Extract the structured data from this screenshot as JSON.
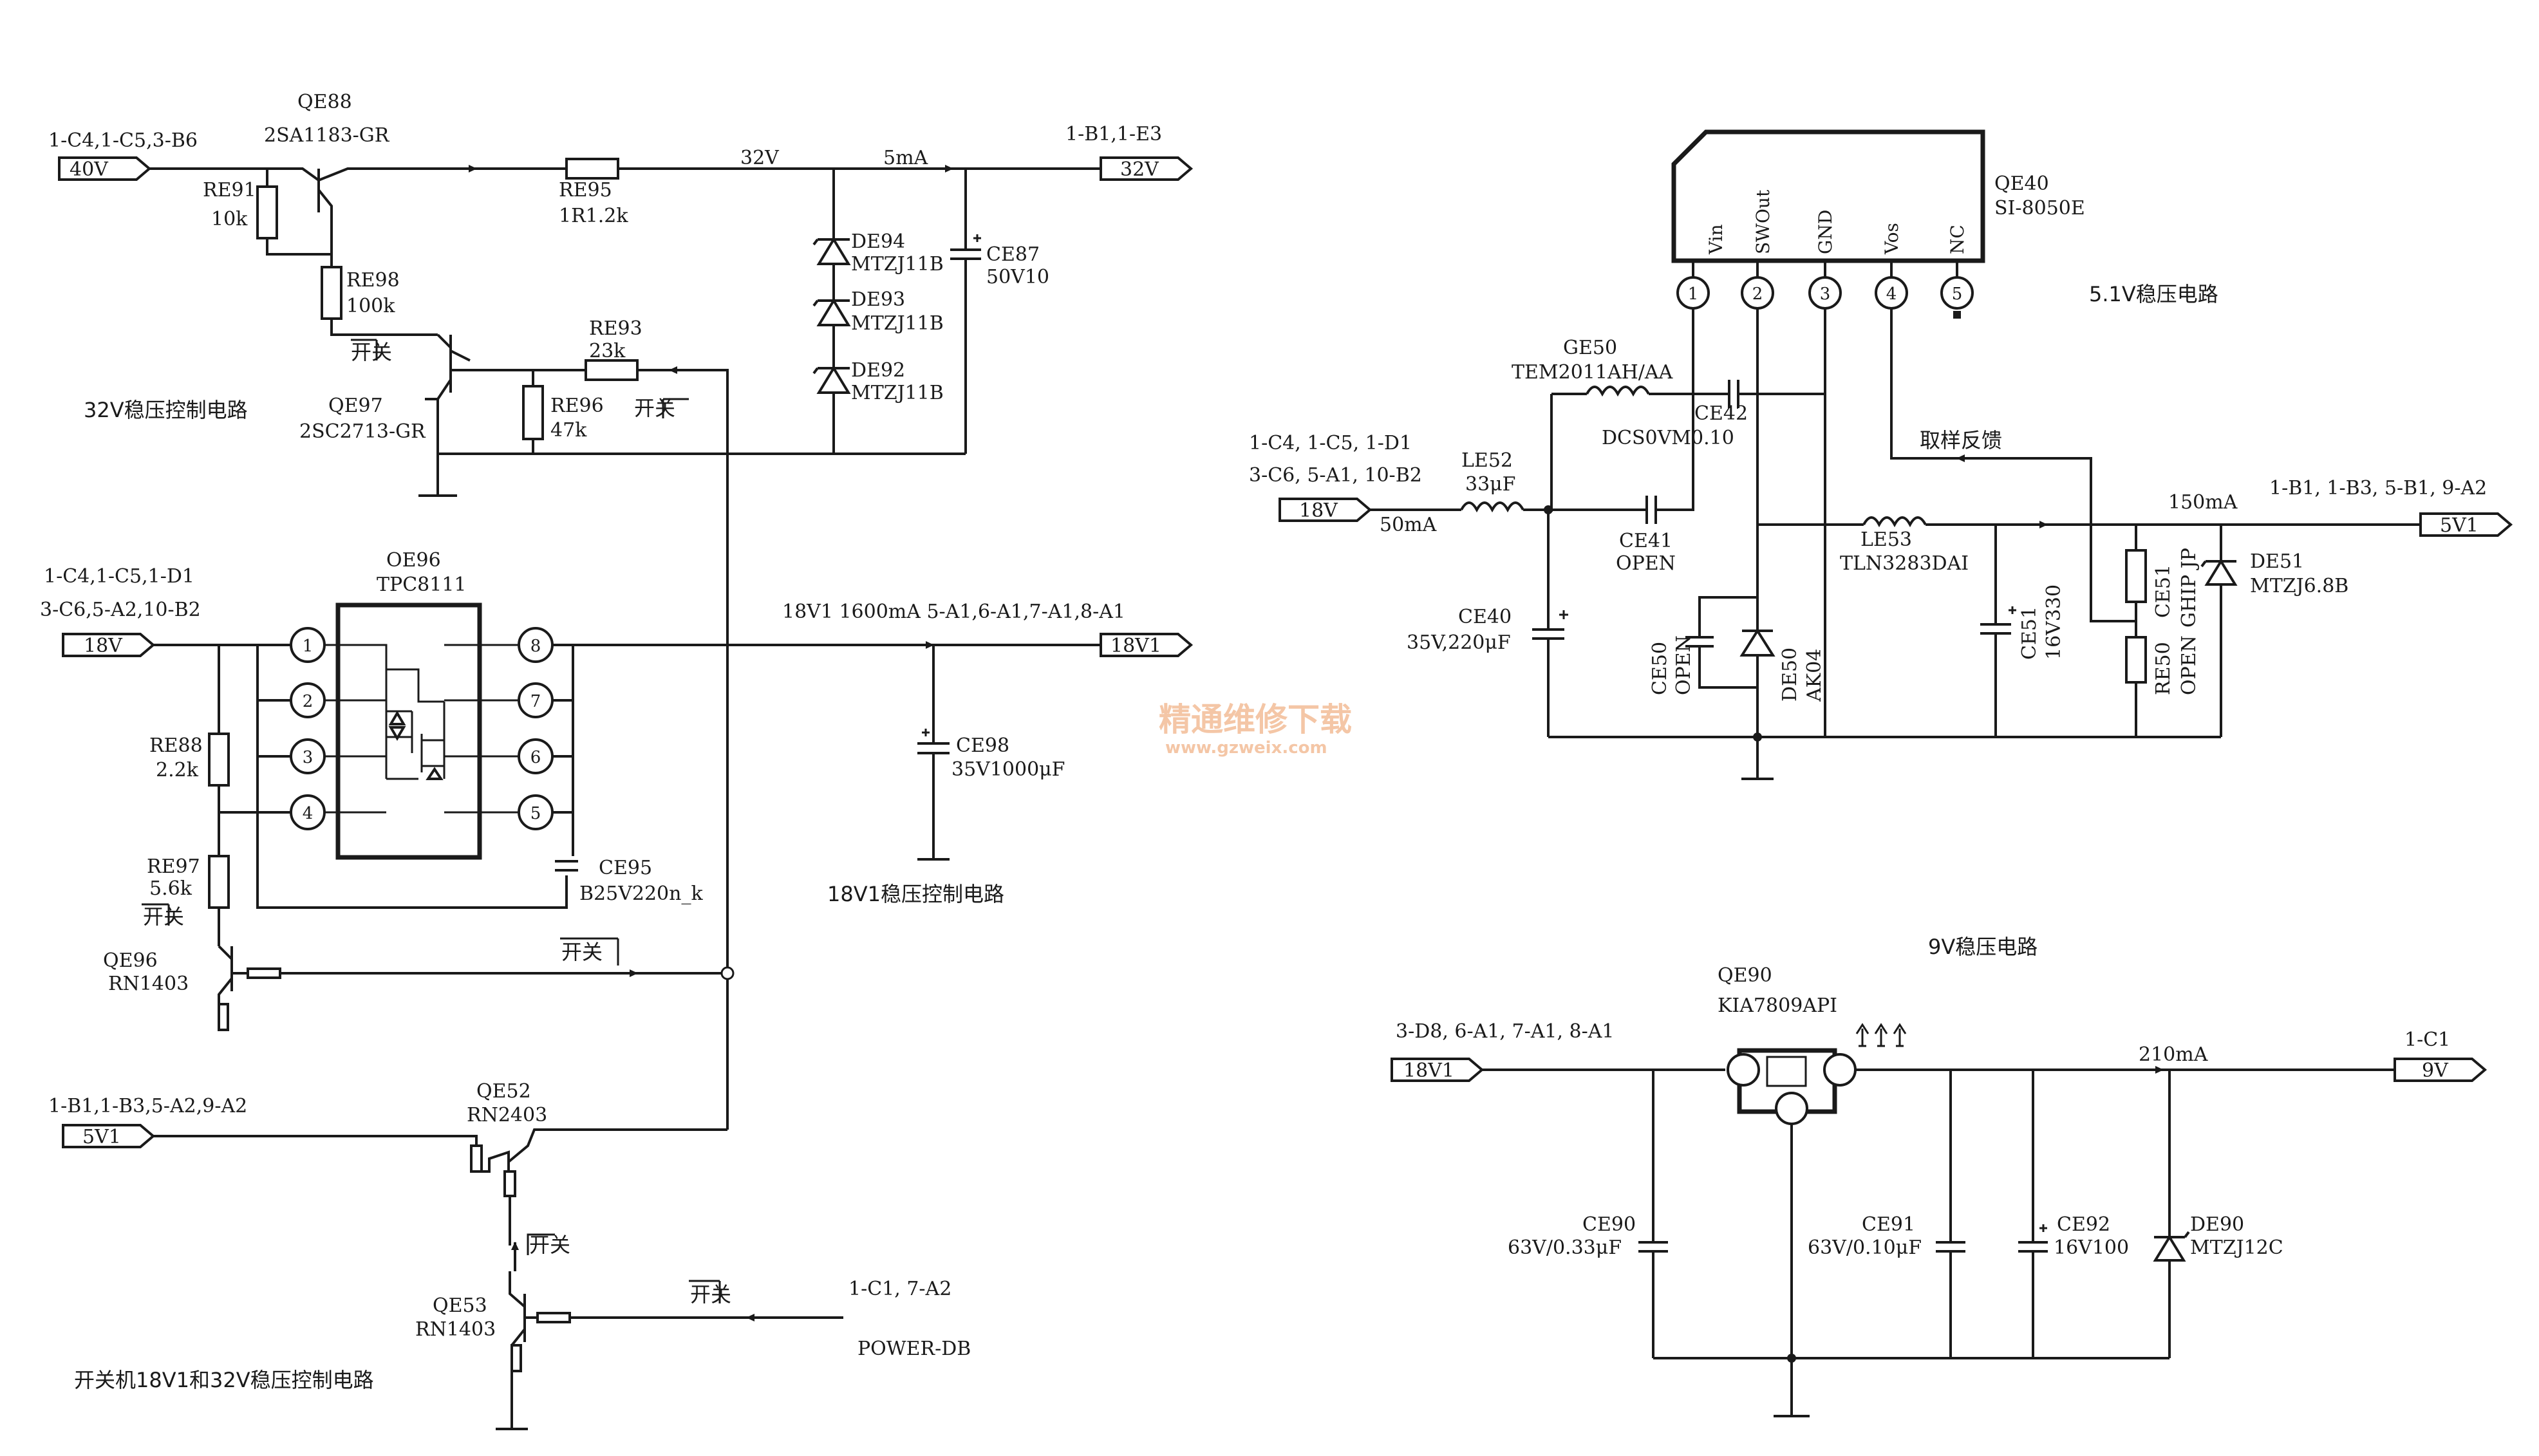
{
  "circuit_32v": {
    "title": "32V稳压控制电路",
    "in_refs": "1-C4,1-C5,3-B6",
    "in_port": "40V",
    "out_refs": "1-B1,1-E3",
    "out_port": "32V",
    "net_voltage": "32V",
    "net_current": "5mA",
    "qe88_ref": "QE88",
    "qe88_val": "2SA1183-GR",
    "re91_ref": "RE91",
    "re91_val": "10k",
    "re95_ref": "RE95",
    "re95_val": "1R1.2k",
    "re98_ref": "RE98",
    "re98_val": "100k",
    "re93_ref": "RE93",
    "re93_val": "23k",
    "re96_ref": "RE96",
    "re96_val": "47k",
    "qe97_ref": "QE97",
    "qe97_val": "2SC2713-GR",
    "de94_ref": "DE94",
    "de94_val": "MTZJ11B",
    "de93_ref": "DE93",
    "de93_val": "MTZJ11B",
    "de92_ref": "DE92",
    "de92_val": "MTZJ11B",
    "ce87_ref": "CE87",
    "ce87_val": "50V10",
    "switch_a": "开关",
    "switch_b": "开关"
  },
  "circuit_18v": {
    "title": "18V1稳压控制电路",
    "in_refs_1": "1-C4,1-C5,1-D1",
    "in_refs_2": "3-C6,5-A2,10-B2",
    "in_port": "18V",
    "out_desc": "18V1  1600mA 5-A1,6-A1,7-A1,8-A1",
    "out_port": "18V1",
    "ic_ref": "OE96",
    "ic_val": "TPC8111",
    "pins": [
      "1",
      "2",
      "3",
      "4",
      "8",
      "7",
      "6",
      "5"
    ],
    "re88_ref": "RE88",
    "re88_val": "2.2k",
    "re97_ref": "RE97",
    "re97_val": "5.6k",
    "ce95_ref": "CE95",
    "ce95_val": "B25V220n_k",
    "ce98_ref": "CE98",
    "ce98_val": "35V1000μF",
    "qe96_ref": "QE96",
    "qe96_val": "RN1403",
    "switch_a": "开关",
    "switch_b": "开关"
  },
  "circuit_power": {
    "title": "开关机18V1和32V稳压控制电路",
    "in_refs": "1-B1,1-B3,5-A2,9-A2",
    "in_port": "5V1",
    "qe52_ref": "QE52",
    "qe52_val": "RN2403",
    "qe53_ref": "QE53",
    "qe53_val": "RN1403",
    "switch_a": "开关",
    "switch_b": "开关",
    "pwr_refs": "1-C1, 7-A2",
    "pwr_name": "POWER-DB"
  },
  "circuit_5v1": {
    "title": "5.1V稳压电路",
    "ic_ref": "QE40",
    "ic_val": "SI-8050E",
    "pin_names": [
      "Vin",
      "SWOut",
      "GND",
      "Vos",
      "NC"
    ],
    "pin_nums": [
      "1",
      "2",
      "3",
      "4",
      "5"
    ],
    "in_refs_1": "1-C4, 1-C5, 1-D1",
    "in_refs_2": "3-C6, 5-A1, 10-B2",
    "in_port": "18V",
    "in_current": "50mA",
    "ge50_ref": "GE50",
    "ge50_val": "TEM2011AH/AA",
    "ce42_ref": "CE42",
    "ce42_val": "DCS0VM0.10",
    "le52_ref": "LE52",
    "le52_val": "33μF",
    "ce41_ref": "CE41",
    "ce41_val": "OPEN",
    "ce40_ref": "CE40",
    "ce40_val": "35V,220μF",
    "ce50_ref": "CE50",
    "ce50_val": "OPEN",
    "de50_ref": "DE50",
    "de50_val": "AK04",
    "le53_ref": "LE53",
    "le53_val": "TLN3283DAI",
    "ce51_ref": "CE51",
    "ce51_val": "16V330",
    "re50_ref": "RE50",
    "re50_val": "OPEN",
    "ce51b_ref": "CE51",
    "ce51b_val": "GHIP JP",
    "de51_ref": "DE51",
    "de51_val": "MTZJ6.8B",
    "feedback": "取样反馈",
    "out_current": "150mA",
    "out_refs": "1-B1, 1-B3, 5-B1, 9-A2",
    "out_port": "5V1"
  },
  "circuit_9v": {
    "title": "9V稳压电路",
    "ic_ref": "QE90",
    "ic_val": "KIA7809API",
    "in_refs": "3-D8, 6-A1, 7-A1, 8-A1",
    "in_port": "18V1",
    "out_current": "210mA",
    "out_refs": "1-C1",
    "out_port": "9V",
    "ce90_ref": "CE90",
    "ce90_val": "63V/0.33μF",
    "ce91_ref": "CE91",
    "ce91_val": "63V/0.10μF",
    "ce92_ref": "CE92",
    "ce92_val": "16V100",
    "de90_ref": "DE90",
    "de90_val": "MTZJ12C"
  },
  "watermark": {
    "cn": "精通维修下载",
    "url": "www.gzweix.com"
  }
}
